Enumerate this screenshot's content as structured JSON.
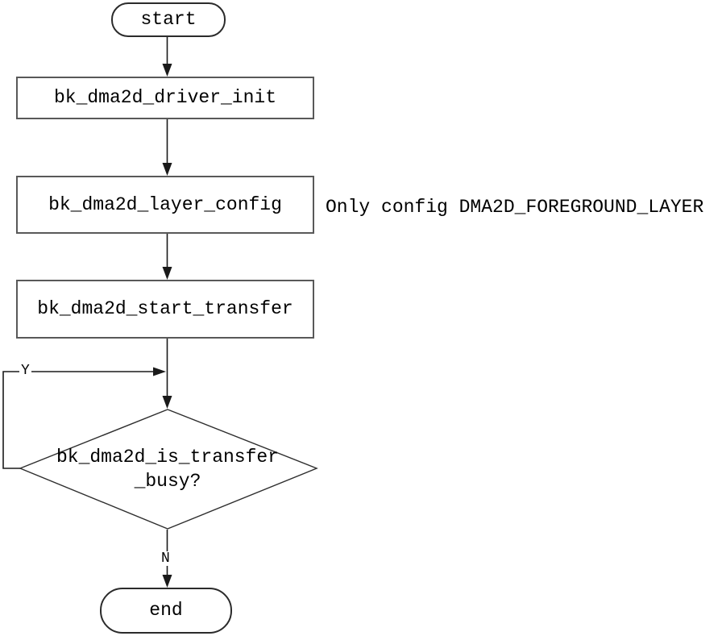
{
  "flowchart": {
    "start": {
      "label": "start"
    },
    "steps": [
      {
        "label": "bk_dma2d_driver_init"
      },
      {
        "label": "bk_dma2d_layer_config"
      },
      {
        "label": "bk_dma2d_start_transfer"
      }
    ],
    "decision": {
      "line1": "bk_dma2d_is_transfer",
      "line2": "_busy?"
    },
    "annotation": "Only config DMA2D_FOREGROUND_LAYER",
    "branch_yes": "Y",
    "branch_no": "N",
    "end": {
      "label": "end"
    },
    "colors": {
      "line": "#1a1a1a",
      "box_border": "#595959",
      "diamond_border": "#2e2e2e",
      "text": "#000000",
      "background": "#ffffff"
    }
  }
}
